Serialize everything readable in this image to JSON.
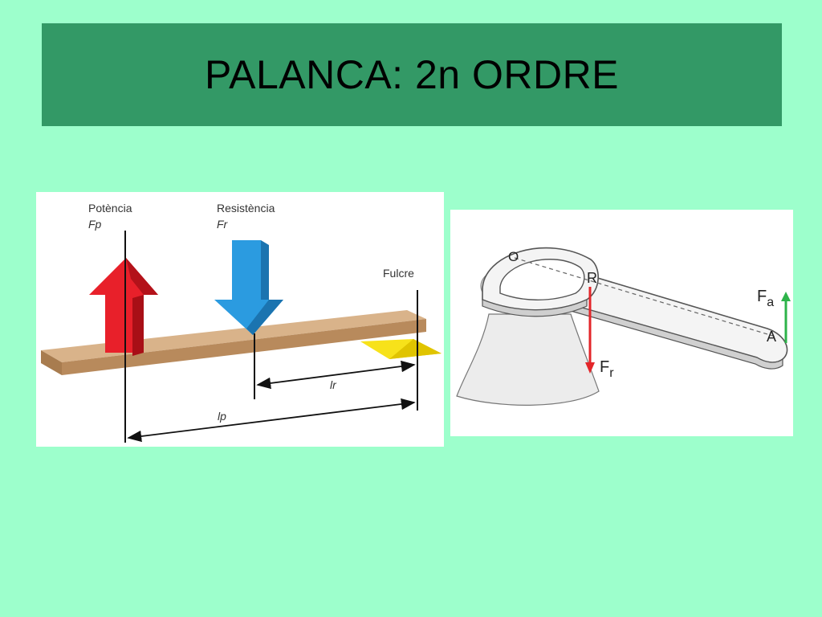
{
  "slide": {
    "title": "PALANCA: 2n ORDRE"
  },
  "lever_diagram": {
    "power_label": "Potència",
    "power_symbol": "Fp",
    "resistance_label": "Resistència",
    "resistance_symbol": "Fr",
    "fulcrum_label": "Fulcre",
    "resistance_arm_label": "lr",
    "power_arm_label": "lp",
    "colors": {
      "power_arrow": "#e8202a",
      "resistance_arrow": "#2b9be0",
      "beam": "#c49a6c",
      "fulcrum": "#f5d800"
    }
  },
  "opener_diagram": {
    "pivot_label": "O",
    "resistance_point_label": "R",
    "force_point_label": "A",
    "applied_force_label": "F",
    "applied_force_sub": "a",
    "resistance_force_label": "F",
    "resistance_force_sub": "r",
    "colors": {
      "applied_force": "#2db34a",
      "resistance_force": "#e3262a"
    }
  }
}
